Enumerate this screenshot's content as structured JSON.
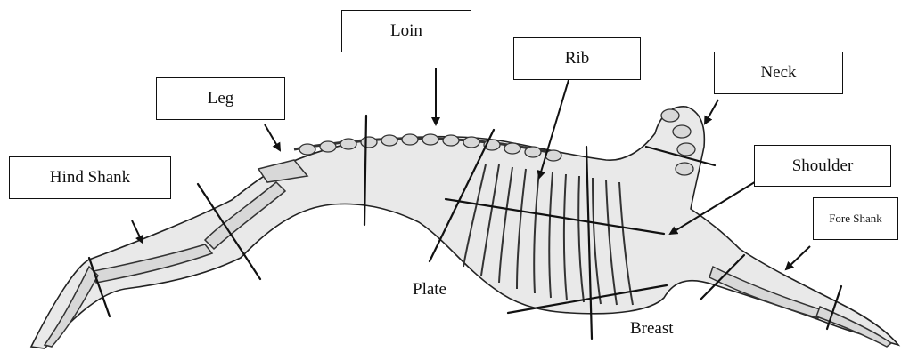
{
  "labels": {
    "loin": "Loin",
    "rib": "Rib",
    "neck": "Neck",
    "leg": "Leg",
    "hind_shank": "Hind Shank",
    "shoulder": "Shoulder",
    "fore_shank": "Fore Shank",
    "plate": "Plate",
    "breast": "Breast"
  }
}
